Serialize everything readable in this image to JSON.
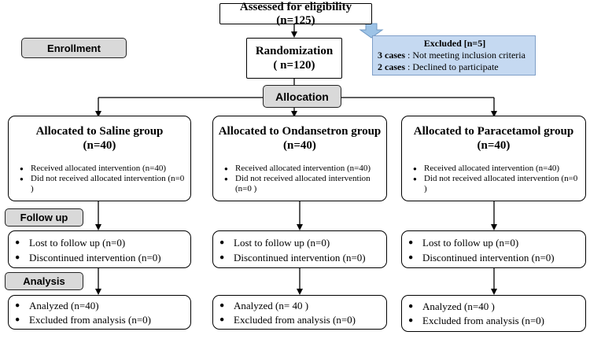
{
  "enrollment": {
    "stage_label": "Enrollment",
    "assessed": "Assessed for eligibility (n=125)",
    "randomization_title": "Randomization",
    "randomization_n": "( n=120)",
    "excluded": {
      "title": "Excluded [n=5]",
      "line1_bold": "3 cases",
      "line1_text": " : Not meeting inclusion criteria",
      "line2_bold": "2 cases",
      "line2_text": " : Declined to participate"
    }
  },
  "allocation": {
    "stage_label": "Allocation",
    "groups": [
      {
        "title": "Allocated to Saline group",
        "n": "(n=40)",
        "received": "Received allocated intervention (n=40)",
        "not_received": "Did not received allocated intervention (n=0 )"
      },
      {
        "title": "Allocated to Ondansetron group",
        "n": "(n=40)",
        "received": "Received allocated intervention (n=40)",
        "not_received": "Did not received allocated intervention (n=0 )"
      },
      {
        "title": "Allocated to  Paracetamol group",
        "n": "(n=40)",
        "received": "Received allocated intervention (n=40)",
        "not_received": "Did not received allocated intervention (n=0 )"
      }
    ]
  },
  "follow_up": {
    "stage_label": "Follow up",
    "groups": [
      {
        "lost": "Lost to follow up (n=0)",
        "discontinued": "Discontinued intervention  (n=0)"
      },
      {
        "lost": "Lost to follow up (n=0)",
        "discontinued": "Discontinued intervention  (n=0)"
      },
      {
        "lost": "Lost to follow up (n=0)",
        "discontinued": "Discontinued intervention  (n=0)"
      }
    ]
  },
  "analysis": {
    "stage_label": "Analysis",
    "groups": [
      {
        "analyzed": "Analyzed (n=40)",
        "excluded": "Excluded from analysis (n=0)"
      },
      {
        "analyzed": "Analyzed (n= 40 )",
        "excluded": "Excluded from analysis (n=0)"
      },
      {
        "analyzed": "Analyzed (n=40 )",
        "excluded": "Excluded from analysis (n=0)"
      }
    ]
  },
  "colors": {
    "stage_fill": "#d9d9d9",
    "excluded_fill": "#c5d9f1",
    "excluded_arrow": "#9dc3e6"
  }
}
